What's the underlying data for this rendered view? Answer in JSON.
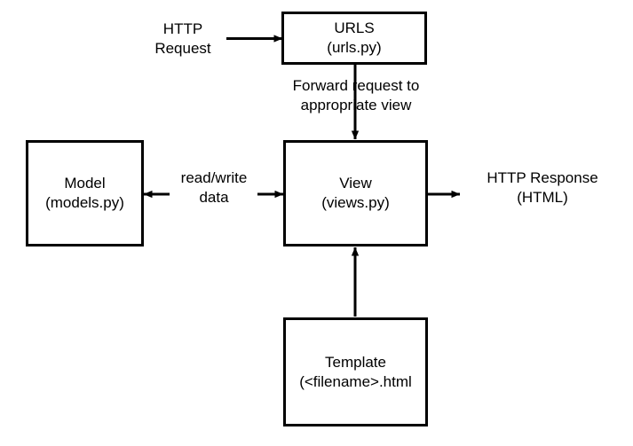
{
  "diagram": {
    "title": "Django request/response flow (MVT)",
    "background_color": "#ffffff",
    "stroke_color": "#000000",
    "fill_color": "#ffffff",
    "nodes": [
      {
        "id": "urls",
        "line1": "URLS",
        "line2": "(urls.py)"
      },
      {
        "id": "model",
        "line1": "Model",
        "line2": "(models.py)"
      },
      {
        "id": "view",
        "line1": "View",
        "line2": "(views.py)"
      },
      {
        "id": "template",
        "line1": "Template",
        "line2": "(<filename>.html"
      }
    ],
    "edges": [
      {
        "id": "http-request",
        "line1": "HTTP",
        "line2": "Request",
        "direction": "right",
        "from": "external",
        "to": "urls"
      },
      {
        "id": "forward",
        "line1": "Forward request to",
        "line2": "appropriate view",
        "direction": "down",
        "from": "urls",
        "to": "view"
      },
      {
        "id": "read-write",
        "line1": "read/write",
        "line2": "data",
        "direction": "bidirectional",
        "from": "model",
        "to": "view"
      },
      {
        "id": "http-response",
        "line1": "HTTP Response",
        "line2": "(HTML)",
        "direction": "right",
        "from": "view",
        "to": "external"
      },
      {
        "id": "render",
        "line1": "",
        "line2": "",
        "direction": "up",
        "from": "template",
        "to": "view"
      }
    ]
  }
}
